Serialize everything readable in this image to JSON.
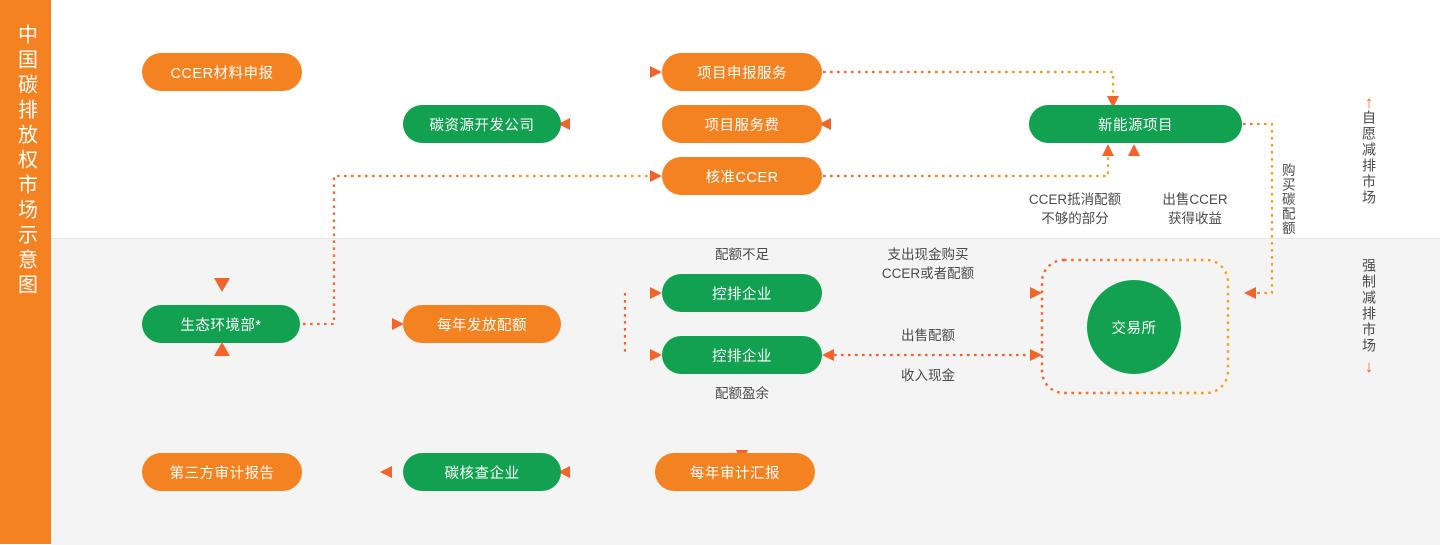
{
  "title_bar": {
    "text": "中国碳排放权市场示意图"
  },
  "colors": {
    "orange": "#f58220",
    "green": "#12a150",
    "arrow": "#f4642a",
    "zone_top_bg": "#ffffff",
    "zone_bottom_bg": "#f4f4f4",
    "caption_text": "#4a4a4a"
  },
  "nodes": {
    "ccer_material": {
      "label": "CCER材料申报",
      "color": "orange"
    },
    "carbon_dev_company": {
      "label": "碳资源开发公司",
      "color": "green"
    },
    "project_declare_service": {
      "label": "项目申报服务",
      "color": "orange"
    },
    "project_service_fee": {
      "label": "项目服务费",
      "color": "orange"
    },
    "approve_ccer": {
      "label": "核准CCER",
      "color": "orange"
    },
    "new_energy_project": {
      "label": "新能源项目",
      "color": "green"
    },
    "eco_ministry": {
      "label": "生态环境部*",
      "color": "green"
    },
    "annual_quota": {
      "label": "每年发放配额",
      "color": "orange"
    },
    "controlled_enterprise_1": {
      "label": "控排企业",
      "color": "green"
    },
    "controlled_enterprise_2": {
      "label": "控排企业",
      "color": "green"
    },
    "exchange": {
      "label": "交易所",
      "color": "green"
    },
    "third_party_audit_report": {
      "label": "第三方审计报告",
      "color": "orange"
    },
    "carbon_verification_company": {
      "label": "碳核查企业",
      "color": "green"
    },
    "annual_audit_report": {
      "label": "每年审计汇报",
      "color": "orange"
    }
  },
  "captions": {
    "ccer_offset_shortfall": "CCER抵消配额\n不够的部分",
    "sell_ccer_gain": "出售CCER\n获得收益",
    "buy_carbon_quota": "购买碳配额",
    "quota_shortage": "配额不足",
    "quota_surplus": "配额盈余",
    "spend_cash_buy": "支出现金购买\nCCER或者配额",
    "sell_quota": "出售配额",
    "receive_cash": "收入现金"
  },
  "markets": {
    "voluntary": {
      "label": "自愿减排市场",
      "arrow": "↑",
      "arrow_position": "top"
    },
    "mandatory": {
      "label": "强制减排市场",
      "arrow": "↓",
      "arrow_position": "bottom"
    }
  }
}
